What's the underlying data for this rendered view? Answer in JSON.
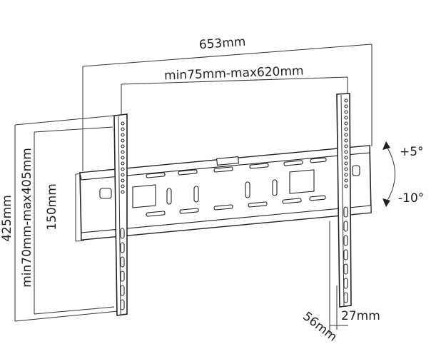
{
  "dimensions": {
    "overall_width": "653mm",
    "vesa_width": "min75mm-max620mm",
    "overall_height": "425mm",
    "vesa_height": "min70mm-max405mm",
    "rail_height": "150mm",
    "depth_max": "56mm",
    "depth_min": "27mm"
  },
  "tilt": {
    "up": "+5°",
    "down": "-10°"
  }
}
